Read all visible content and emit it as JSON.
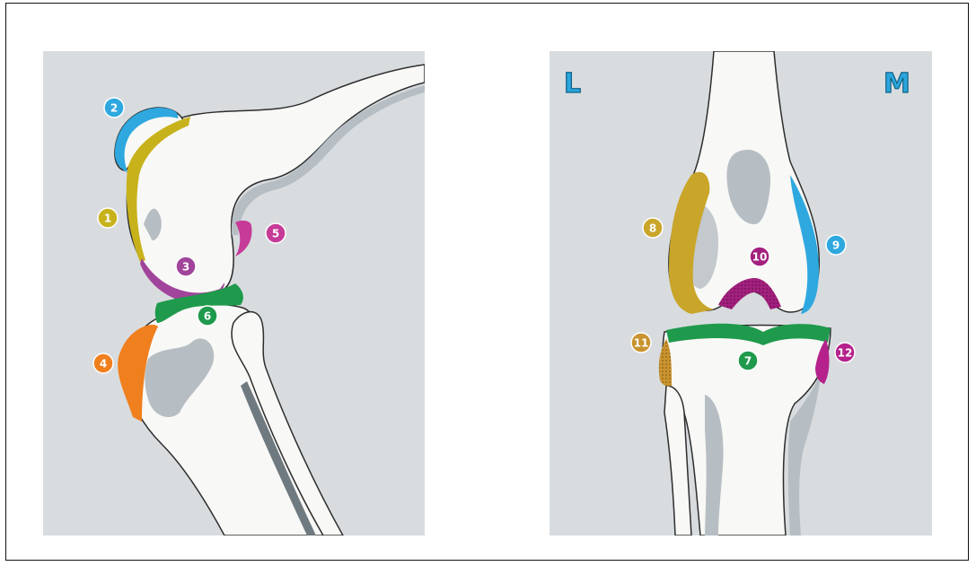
{
  "side_labels": {
    "lateral": "L",
    "medial": "M"
  },
  "markers": [
    {
      "id": "m1",
      "label": "1",
      "color": "#c7b21b"
    },
    {
      "id": "m2",
      "label": "2",
      "color": "#2ea8df"
    },
    {
      "id": "m3",
      "label": "3",
      "color": "#a1449b"
    },
    {
      "id": "m4",
      "label": "4",
      "color": "#f07f1d"
    },
    {
      "id": "m5",
      "label": "5",
      "color": "#c63b98"
    },
    {
      "id": "m6",
      "label": "6",
      "color": "#1f9a4c"
    },
    {
      "id": "m7",
      "label": "7",
      "color": "#1f9a4c"
    },
    {
      "id": "m8",
      "label": "8",
      "color": "#c9a52a"
    },
    {
      "id": "m9",
      "label": "9",
      "color": "#2ea8df"
    },
    {
      "id": "m10",
      "label": "10",
      "color": "#a3207e"
    },
    {
      "id": "m11",
      "label": "11",
      "color": "#c9932e"
    },
    {
      "id": "m12",
      "label": "12",
      "color": "#b5228c"
    }
  ],
  "colors": {
    "background": "#d8dcdf",
    "bone": "#f8f8f6",
    "bone_shadow": "#b7bec3",
    "outline": "#2d2d2d"
  }
}
